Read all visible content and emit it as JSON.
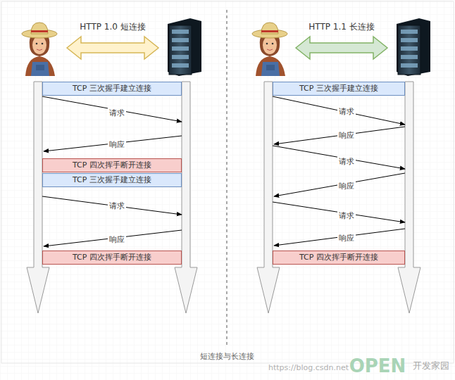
{
  "diagram": {
    "caption": "短连接与长连接",
    "nodes": [
      {
        "text": [
          "TCP 三次握手建立连接"
        ]
      },
      {
        "text": [
          "TCP 四次挥手断开连接"
        ]
      },
      {
        "text": [
          "TCP 三次握手建立连接"
        ]
      },
      {
        "text": [
          "TCP 四次挥手断开连接"
        ]
      },
      {
        "text": [
          "TCP 三次握手建立连接"
        ]
      },
      {
        "text": [
          "TCP 四次挥手断开连接"
        ]
      }
    ],
    "labels": [
      "HTTP 1.0 短连接",
      "HTTP 1.1 长连接",
      "请求",
      "响应",
      "请求",
      "响应",
      "请求",
      "响应",
      "请求",
      "响应",
      "请求",
      "响应",
      "https://blog.csdn.net",
      "OPEN",
      "开发家园"
    ]
  }
}
